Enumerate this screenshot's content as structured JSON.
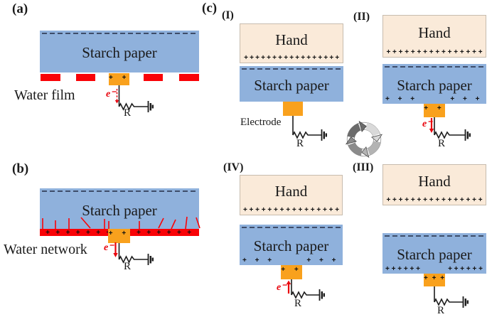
{
  "colors": {
    "paper_blue": "#8fb1dc",
    "hand_beige": "#faead9",
    "water_red": "#f90307",
    "electrode_orange": "#f9a11d",
    "dash_navy": "#3e4d6a",
    "electron_red": "#e8030c",
    "ink": "#1a1a1a",
    "cycle_light": "#d9d9d9",
    "cycle_mid": "#b3b3b3",
    "cycle_dark": "#8b8b8b",
    "cycle_darkest": "#6b6b6b"
  },
  "panel_a": {
    "label": "(a)",
    "paper": "Starch paper",
    "caption": "Water film",
    "electrode_charges": "+ +",
    "electron": "e⁻",
    "resistor": "R"
  },
  "panel_b": {
    "label": "(b)",
    "paper": "Starch paper",
    "caption": "Water network",
    "film_charges": "+ + + + + + + + + + + + + + +",
    "electrode_charges": "+ +",
    "electron": "e⁻",
    "resistor": "R"
  },
  "panel_c": {
    "label": "(c)",
    "electrode_caption": "Electrode",
    "stages": [
      {
        "label": "(I)",
        "hand": "Hand",
        "hand_charges": "+ + + + + + + + + + + + + + + + +",
        "paper": "Starch paper",
        "resistor": "R"
      },
      {
        "label": "(II)",
        "hand": "Hand",
        "hand_charges": "+ + + + + + + + + + + + + + + +",
        "paper": "Starch paper",
        "paper_charges_left": "+ + +",
        "paper_charges_right": "+ + +",
        "electrode_charges": "+ +",
        "electron": "e⁻",
        "resistor": "R"
      },
      {
        "label": "(III)",
        "hand": "Hand",
        "hand_charges": "+ + + + + + + + + + + + + + + +",
        "paper": "Starch paper",
        "paper_charges_left": "+ + + + + +",
        "paper_charges_right": "+ + + + + +",
        "electrode_charges": "+ + +",
        "resistor": "R"
      },
      {
        "label": "(IV)",
        "hand": "Hand",
        "hand_charges": "+ + + + + + + + + + + + + + + +",
        "paper": "Starch paper",
        "paper_charges_left": "+ + +",
        "paper_charges_right": "+ + +",
        "electrode_charges": "+ +",
        "electron": "e⁻",
        "resistor": "R"
      }
    ]
  }
}
